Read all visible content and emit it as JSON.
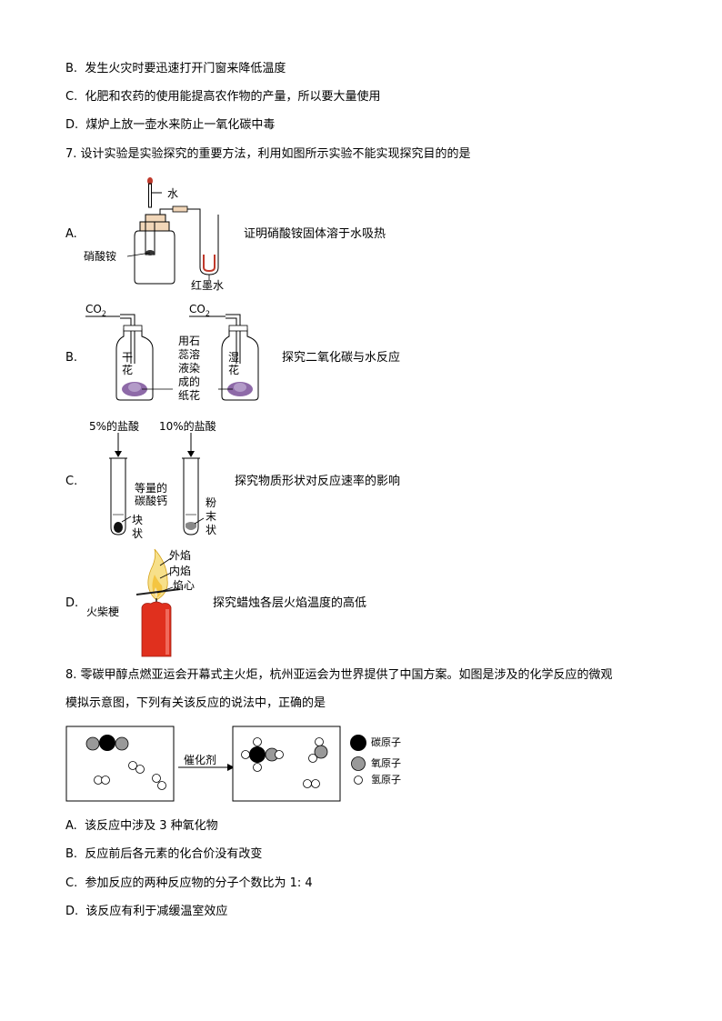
{
  "q6_options": [
    {
      "label": "B.",
      "text": "发生火灾时要迅速打开门窗来降低温度"
    },
    {
      "label": "C.",
      "text": "化肥和农药的使用能提高农作物的产量，所以要大量使用"
    },
    {
      "label": "D.",
      "text": "煤炉上放一壶水来防止一氧化碳中毒"
    }
  ],
  "q7": {
    "stem": "7. 设计实验是实验探究的重要方法，利用如图所示实验不能实现探究目的的是",
    "A": {
      "label": "A.",
      "water": "水",
      "reagent": "硝酸铵",
      "ink": "红墨水",
      "desc": "证明硝酸铵固体溶于水吸热"
    },
    "B": {
      "label": "B.",
      "co2": "CO",
      "co2_sub": "2",
      "dry": "干花",
      "wet": "湿花",
      "flower_note": [
        "用石",
        "蕊溶",
        "液染",
        "成的",
        "纸花"
      ],
      "desc": "探究二氧化碳与水反应"
    },
    "C": {
      "label": "C.",
      "acid1": "5%的盐酸",
      "acid2": "10%的盐酸",
      "mid_note": [
        "等量的",
        "碳酸钙"
      ],
      "lump": [
        "块",
        "状"
      ],
      "powder": [
        "粉",
        "末",
        "状"
      ],
      "desc": "探究物质形状对反应速率的影响"
    },
    "D": {
      "label": "D.",
      "outer": "外焰",
      "inner": "内焰",
      "core": "焰心",
      "match": "火柴梗",
      "desc": "探究蜡烛各层火焰温度的高低"
    }
  },
  "q8": {
    "stem1": "8. 零碳甲醇点燃亚运会开幕式主火炬，杭州亚运会为世界提供了中国方案。如图是涉及的化学反应的微观",
    "stem2": "模拟示意图，下列有关该反应的说法中，正确的是",
    "catalyst": "催化剂",
    "legend": [
      "碳原子",
      "氧原子",
      "氢原子"
    ],
    "options": [
      {
        "label": "A.",
        "text": "该反应中涉及 3 种氧化物"
      },
      {
        "label": "B.",
        "text": "反应前后各元素的化合价没有改变"
      },
      {
        "label": "C.",
        "text": "参加反应的两种反应物的分子个数比为 1: 4"
      },
      {
        "label": "D.",
        "text": "该反应有利于减缓温室效应"
      }
    ]
  }
}
